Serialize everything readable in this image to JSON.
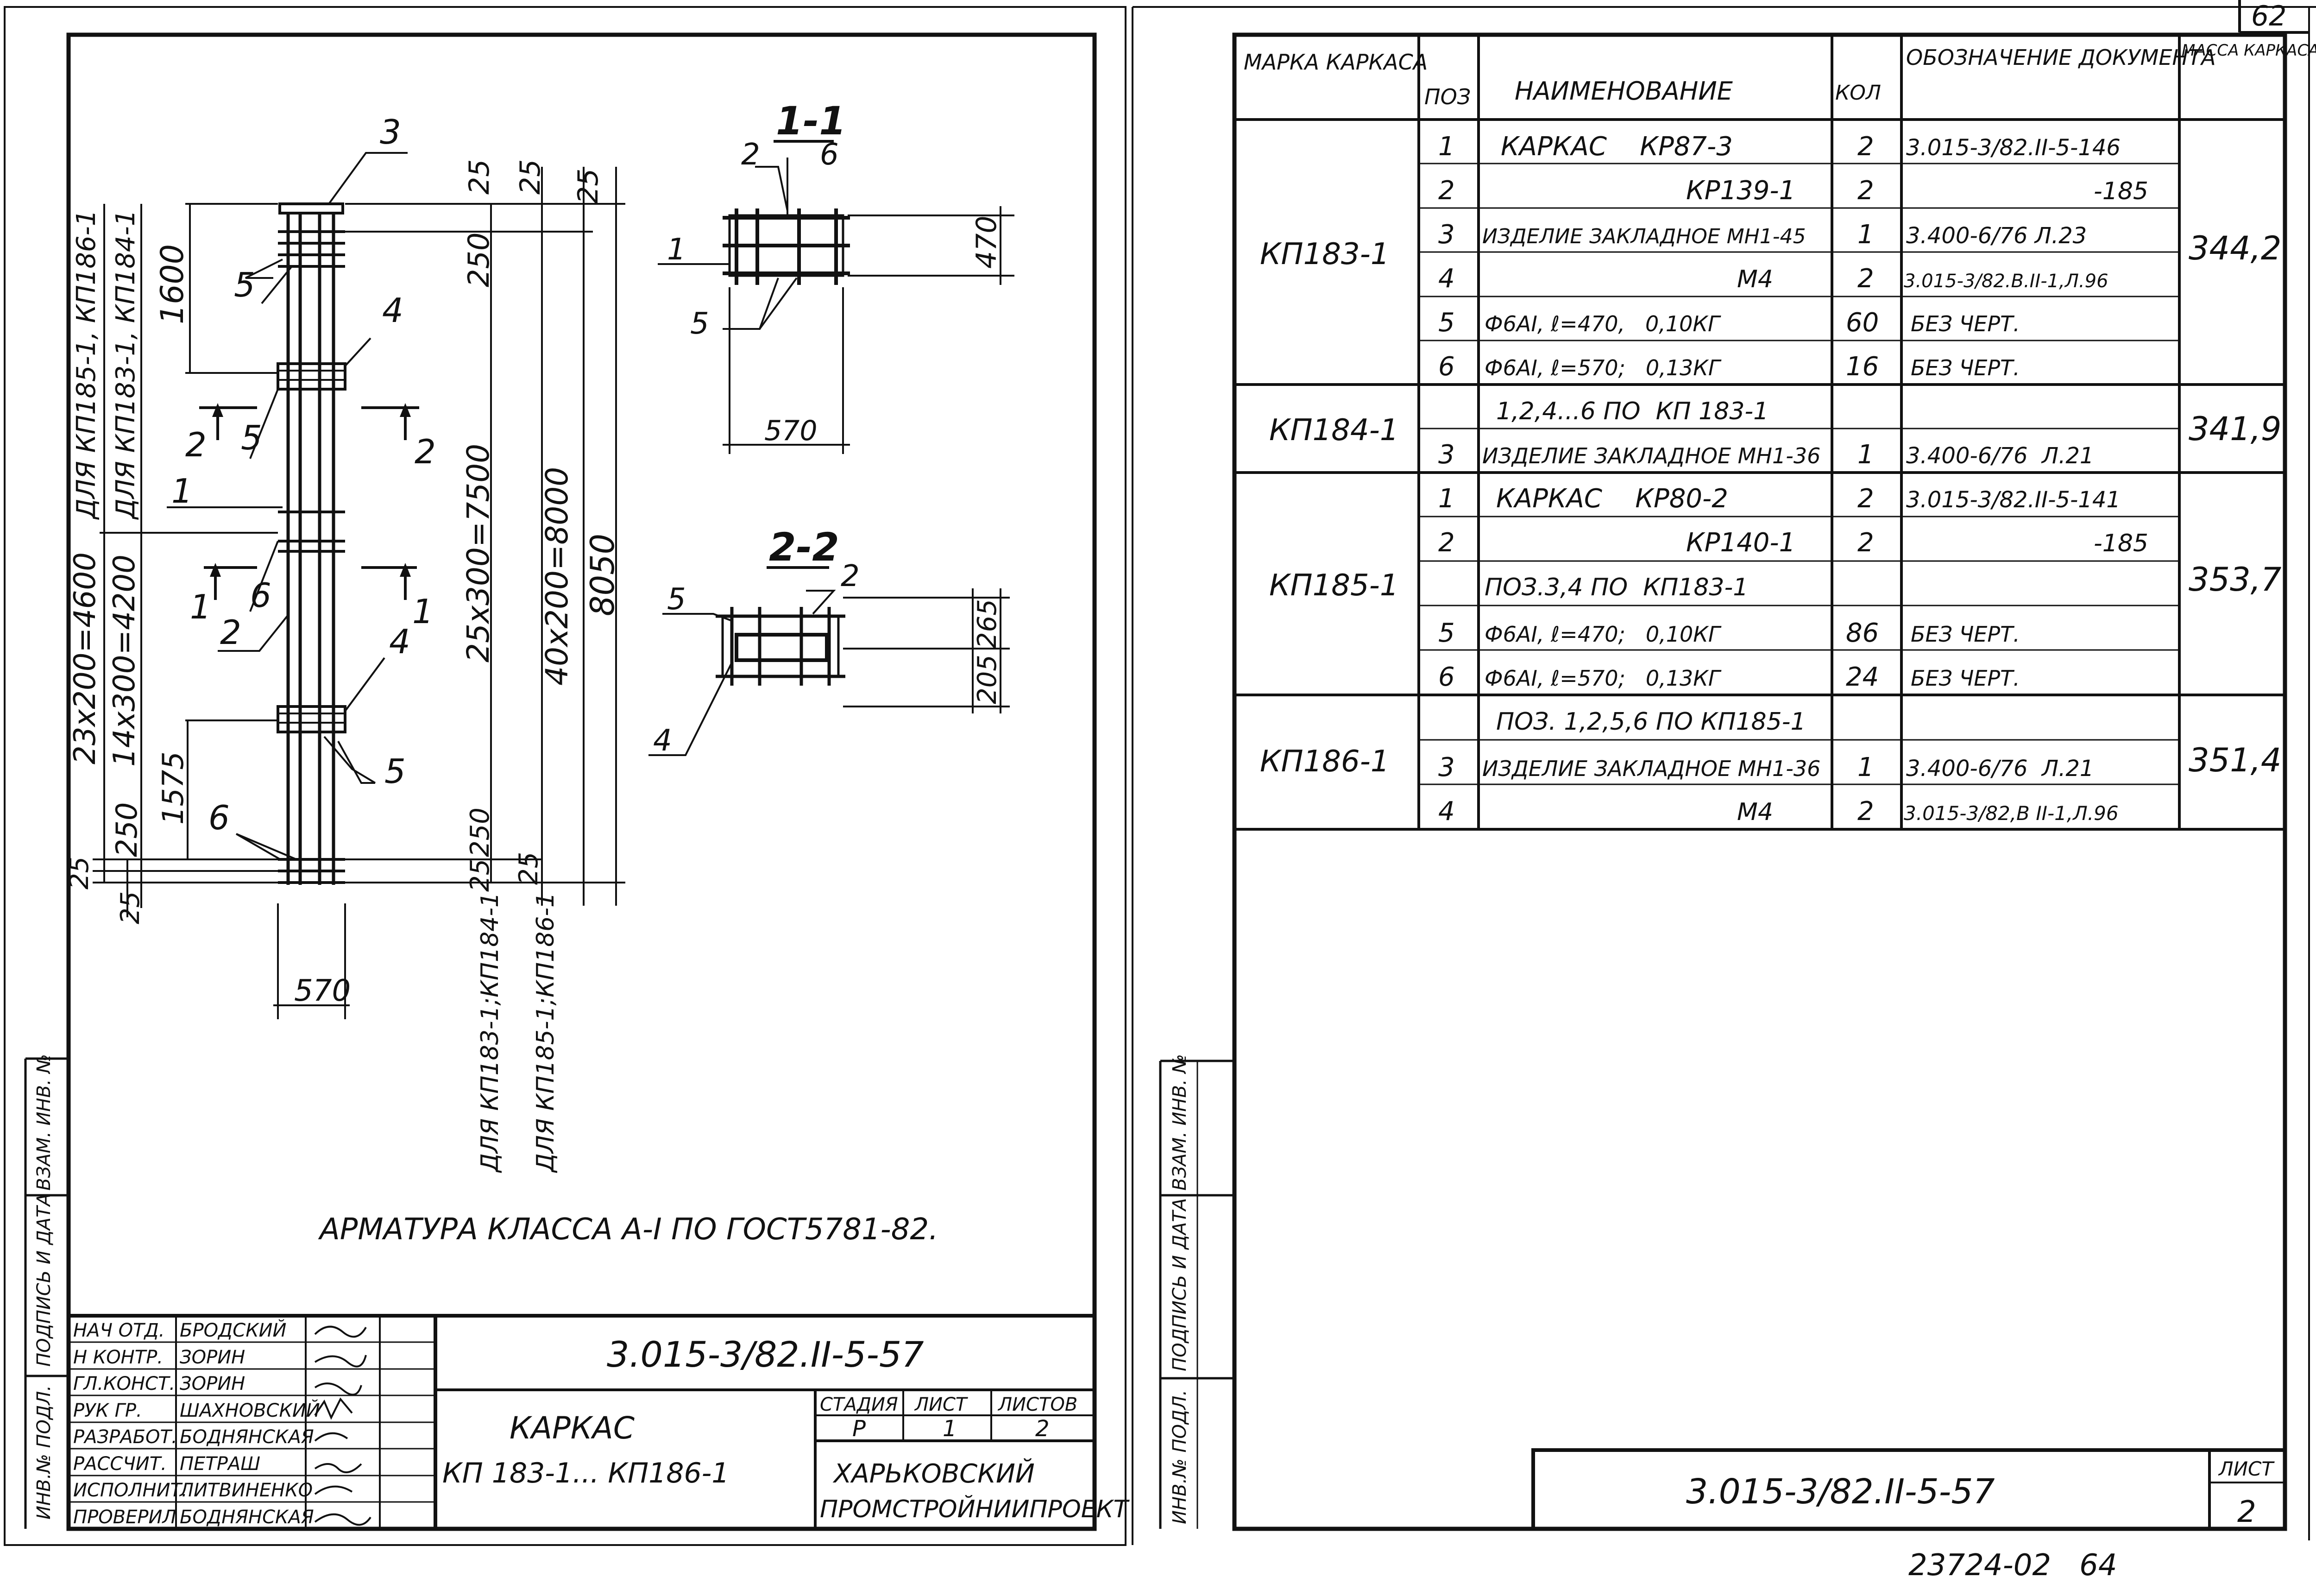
{
  "page_corner": "62",
  "left": {
    "drawing": {
      "labels": {
        "pos1": "1",
        "pos2": "2",
        "pos3": "3",
        "pos4": "4",
        "pos5": "5",
        "pos6": "6",
        "cut1": "1",
        "cut2": "2"
      },
      "dims": {
        "top25a": "25",
        "top25b": "25",
        "top25c": "25",
        "d1600": "1600",
        "d250top": "250",
        "d23x200": "23х200=4600",
        "d14x300": "14х300=4200",
        "d25x300": "25х300=7500",
        "d40x200": "40х200=8000",
        "d8050": "8050",
        "d1575": "1575",
        "d250bot": "250",
        "d250bot2": "250",
        "b25a": "25",
        "b25b": "25",
        "b25c": "25",
        "b25d": "25",
        "d570": "570"
      },
      "vertical_notes": {
        "for_185_183": "ДЛЯ КП185-1, КП186-1",
        "for_183_184": "ДЛЯ КП183-1, КП184-1",
        "bottom_183_184": "ДЛЯ КП183-1;КП184-1",
        "bottom_185_186": "ДЛЯ КП185-1;КП186-1"
      },
      "section_1": {
        "title": "1-1",
        "dim_w": "570",
        "dim_h": "470"
      },
      "section_2": {
        "title": "2-2",
        "dim_a": "265",
        "dim_b": "205"
      },
      "note": "АРМАТУРА КЛАССА А-I ПО ГОСТ5781-82."
    },
    "side_stamp": [
      "ИНВ.№ ПОДЛ.",
      "ПОДПИСЬ И ДАТА",
      "ВЗАМ. ИНВ. №"
    ],
    "title_block": {
      "roles": [
        {
          "role": "НАЧ ОТД.",
          "name": "БРОДСКИЙ"
        },
        {
          "role": "Н КОНТР.",
          "name": "ЗОРИН"
        },
        {
          "role": "ГЛ.КОНСТ.",
          "name": "ЗОРИН"
        },
        {
          "role": "РУК ГР.",
          "name": "ШАХНОВСКИЙ"
        },
        {
          "role": "РАЗРАБОТ.",
          "name": "БОДНЯНСКАЯ"
        },
        {
          "role": "РАССЧИТ.",
          "name": "ПЕТРАШ"
        },
        {
          "role": "ИСПОЛНИТ.",
          "name": "ЛИТВИНЕНКО"
        },
        {
          "role": "ПРОВЕРИЛ",
          "name": "БОДНЯНСКАЯ"
        }
      ],
      "doc_code": "3.015-3/82.II-5-57",
      "title_line1": "КАРКАС",
      "title_line2": "КП 183-1... КП186-1",
      "stage_label": "СТАДИЯ",
      "sheet_label": "ЛИСТ",
      "sheets_label": "ЛИСТОВ",
      "stage": "Р",
      "sheet": "1",
      "sheets": "2",
      "org_line1": "ХАРЬКОВСКИЙ",
      "org_line2": "ПРОМСТРОЙНИИПРОЕКТ"
    }
  },
  "right": {
    "table": {
      "headers": {
        "mark": "МАРКА КАРКАСА",
        "pos": "ПОЗ",
        "name": "НАИМЕНОВАНИЕ",
        "qty": "КОЛ",
        "doc": "ОБОЗНАЧЕНИЕ ДОКУМЕНТА",
        "mass": "МАССА КАРКАСА, КГ"
      },
      "groups": [
        {
          "mark": "КП183-1",
          "mass": "344,2",
          "rows": [
            {
              "pos": "1",
              "name": "КАРКАС    КР87-3",
              "qty": "2",
              "doc": "3.015-3/82.II-5-146"
            },
            {
              "pos": "2",
              "name": "КР139-1",
              "qty": "2",
              "doc": "-185"
            },
            {
              "pos": "3",
              "name": "ИЗДЕЛИЕ ЗАКЛАДНОЕ МН1-45",
              "qty": "1",
              "doc": "3.400-6/76 Л.23"
            },
            {
              "pos": "4",
              "name": "М4",
              "qty": "2",
              "doc": "3.015-3/82.В.II-1,Л.96"
            },
            {
              "pos": "5",
              "name": "Ф6АI, ℓ=470,   0,10КГ",
              "qty": "60",
              "doc": "БЕЗ ЧЕРТ."
            },
            {
              "pos": "6",
              "name": "Ф6АI, ℓ=570;   0,13КГ",
              "qty": "16",
              "doc": "БЕЗ ЧЕРТ."
            }
          ]
        },
        {
          "mark": "КП184-1",
          "mass": "341,9",
          "rows": [
            {
              "pos": "",
              "name": "1,2,4...6 ПО  КП 183-1",
              "qty": "",
              "doc": ""
            },
            {
              "pos": "3",
              "name": "ИЗДЕЛИЕ ЗАКЛАДНОЕ МН1-36",
              "qty": "1",
              "doc": "3.400-6/76  Л.21"
            }
          ]
        },
        {
          "mark": "КП185-1",
          "mass": "353,7",
          "rows": [
            {
              "pos": "1",
              "name": "КАРКАС    КР80-2",
              "qty": "2",
              "doc": "3.015-3/82.II-5-141"
            },
            {
              "pos": "2",
              "name": "КР140-1",
              "qty": "2",
              "doc": "-185"
            },
            {
              "pos": "",
              "name": "ПОЗ.3,4 ПО  КП183-1",
              "qty": "",
              "doc": ""
            },
            {
              "pos": "5",
              "name": "Ф6АI, ℓ=470;   0,10КГ",
              "qty": "86",
              "doc": "БЕЗ ЧЕРТ."
            },
            {
              "pos": "6",
              "name": "Ф6АI, ℓ=570;   0,13КГ",
              "qty": "24",
              "doc": "БЕЗ ЧЕРТ."
            }
          ]
        },
        {
          "mark": "КП186-1",
          "mass": "351,4",
          "rows": [
            {
              "pos": "",
              "name": "ПОЗ. 1,2,5,6 ПО КП185-1",
              "qty": "",
              "doc": ""
            },
            {
              "pos": "3",
              "name": "ИЗДЕЛИЕ ЗАКЛАДНОЕ МН1-36",
              "qty": "1",
              "doc": "3.400-6/76  Л.21"
            },
            {
              "pos": "4",
              "name": "М4",
              "qty": "2",
              "doc": "3.015-3/82,В II-1,Л.96"
            }
          ]
        }
      ]
    },
    "side_stamp": [
      "ИНВ.№ ПОДЛ.",
      "ПОДПИСЬ И ДАТА",
      "ВЗАМ. ИНВ. №"
    ],
    "footer": {
      "doc_code": "3.015-3/82.II-5-57",
      "sheet_label": "ЛИСТ",
      "sheet": "2"
    },
    "archive_no": "23724-02   64"
  }
}
